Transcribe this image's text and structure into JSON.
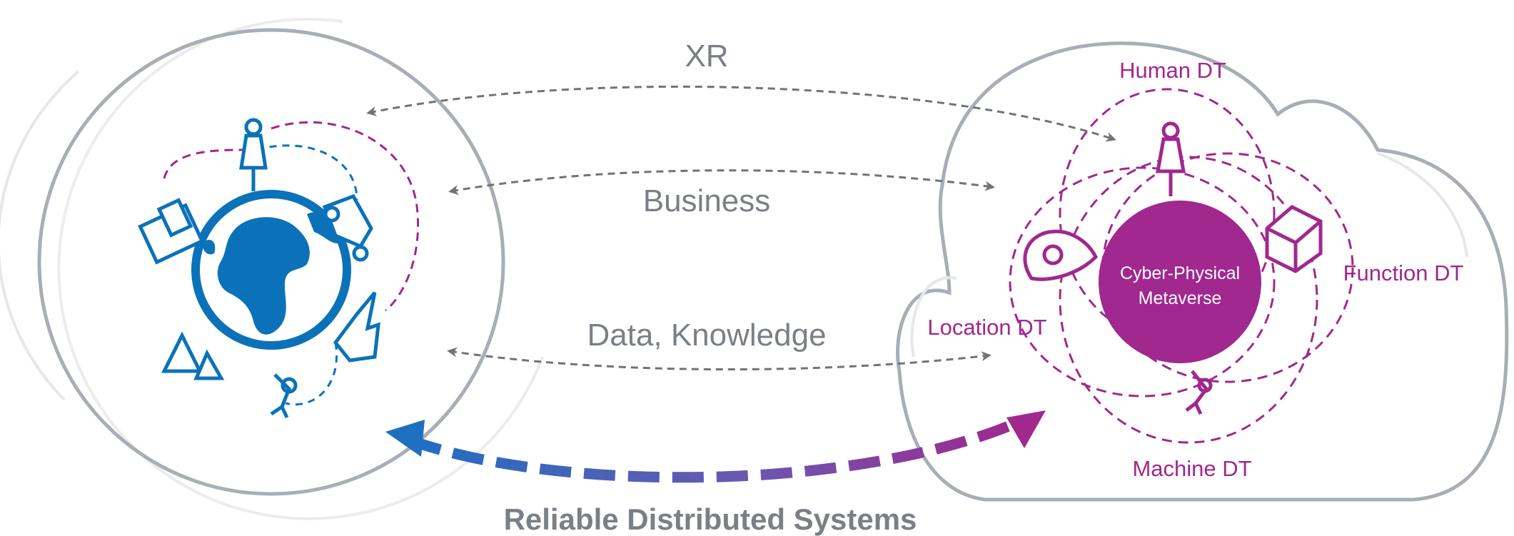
{
  "flows": {
    "xr": "XR",
    "business": "Business",
    "data_knowledge": "Data, Knowledge",
    "bottom": "Reliable Distributed Systems"
  },
  "dt": {
    "human": "Human DT",
    "function": "Function DT",
    "location": "Location DT",
    "machine": "Machine DT"
  },
  "core": {
    "line1": "Cyber-Physical",
    "line2": "Metaverse"
  },
  "colors": {
    "physical_blue": "#0b72b9",
    "digital_purple": "#a0288f",
    "outline_grey": "#a9aeb6",
    "text_grey": "#7b7f86"
  },
  "icons": [
    "globe-icon",
    "person-icon",
    "building-icon",
    "car-icon",
    "factory-icon",
    "tree-icon",
    "robot-arm-icon",
    "location-pin-icon",
    "cube-icon"
  ]
}
